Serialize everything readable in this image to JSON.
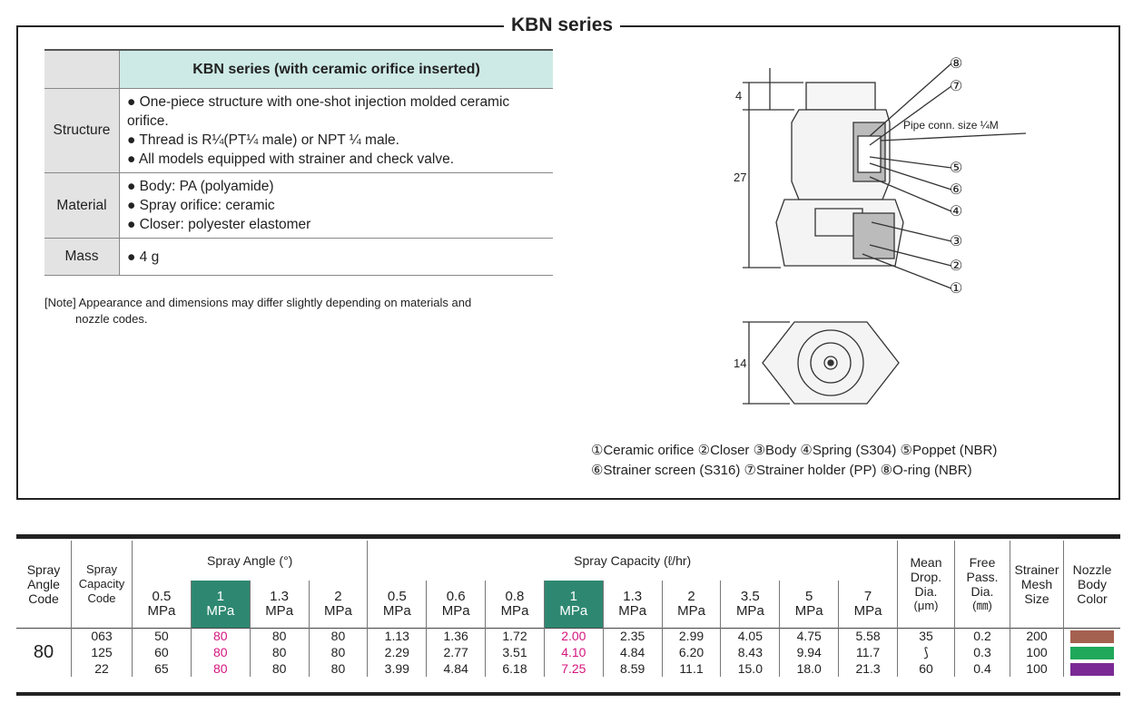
{
  "series_title": "KBN series",
  "spec": {
    "header": "KBN series (with ceramic orifice inserted)",
    "rows": [
      {
        "label": "Structure",
        "items": [
          "● One-piece structure with one-shot injection molded ceramic orifice.",
          "● Thread is R¼(PT¼ male) or NPT ¼ male.",
          "● All models equipped with strainer and check valve."
        ]
      },
      {
        "label": "Material",
        "items": [
          "● Body: PA (polyamide)",
          "● Spray orifice: ceramic",
          "● Closer: polyester elastomer"
        ]
      },
      {
        "label": "Mass",
        "items": [
          "● 4 g"
        ]
      }
    ]
  },
  "note": {
    "line1": "[Note] Appearance and dimensions may differ slightly depending on materials and",
    "line2": "nozzle codes."
  },
  "drawing": {
    "dim_top": "4",
    "dim_height": "27",
    "dim_hex": "14",
    "pipe_conn": "Pipe conn. size ¼M",
    "part_numbers": [
      "⑧",
      "⑦",
      "⑤",
      "⑥",
      "④",
      "③",
      "②",
      "①"
    ]
  },
  "legend": {
    "line1": "①Ceramic orifice ②Closer ③Body ④Spring (S304) ⑤Poppet (NBR)",
    "line2": "⑥Strainer screen (S316) ⑦Strainer holder (PP) ⑧O-ring (NBR)"
  },
  "table": {
    "headers": {
      "spray_angle_code": [
        "Spray",
        "Angle",
        "Code"
      ],
      "spray_capacity_code": [
        "Spray",
        "Capacity",
        "Code"
      ],
      "spray_angle": "Spray Angle (°)",
      "spray_capacity": "Spray Capacity (ℓ/hr)",
      "mean_drop": [
        "Mean",
        "Drop.",
        "Dia.",
        "(μm)"
      ],
      "free_pass": [
        "Free",
        "Pass.",
        "Dia.",
        "(㎜)"
      ],
      "strainer": [
        "Strainer",
        "Mesh",
        "Size"
      ],
      "nozzle_color": [
        "Nozzle",
        "Body",
        "Color"
      ],
      "angle_pressures": [
        [
          "0.5",
          "MPa"
        ],
        [
          "1",
          "MPa"
        ],
        [
          "1.3",
          "MPa"
        ],
        [
          "2",
          "MPa"
        ]
      ],
      "capacity_pressures": [
        [
          "0.5",
          "MPa"
        ],
        [
          "0.6",
          "MPa"
        ],
        [
          "0.8",
          "MPa"
        ],
        [
          "1",
          "MPa"
        ],
        [
          "1.3",
          "MPa"
        ],
        [
          "2",
          "MPa"
        ],
        [
          "3.5",
          "MPa"
        ],
        [
          "5",
          "MPa"
        ],
        [
          "7",
          "MPa"
        ]
      ]
    },
    "angle_code": "80",
    "rows": [
      {
        "cap_code": "063",
        "angles": [
          "50",
          "80",
          "80",
          "80"
        ],
        "caps": [
          "1.13",
          "1.36",
          "1.72",
          "2.00",
          "2.35",
          "2.99",
          "4.05",
          "4.75",
          "5.58"
        ],
        "drop": "35",
        "free": "0.2",
        "mesh": "200",
        "color": "#a5614f"
      },
      {
        "cap_code": "125",
        "angles": [
          "60",
          "80",
          "80",
          "80"
        ],
        "caps": [
          "2.29",
          "2.77",
          "3.51",
          "4.10",
          "4.84",
          "6.20",
          "8.43",
          "9.94",
          "11.7"
        ],
        "drop": "⟆",
        "free": "0.3",
        "mesh": "100",
        "color": "#1fa85a"
      },
      {
        "cap_code": "22",
        "angles": [
          "65",
          "80",
          "80",
          "80"
        ],
        "caps": [
          "3.99",
          "4.84",
          "6.18",
          "7.25",
          "8.59",
          "11.1",
          "15.0",
          "18.0",
          "21.3"
        ],
        "drop": "60",
        "free": "0.4",
        "mesh": "100",
        "color": "#7b2a95"
      }
    ]
  }
}
